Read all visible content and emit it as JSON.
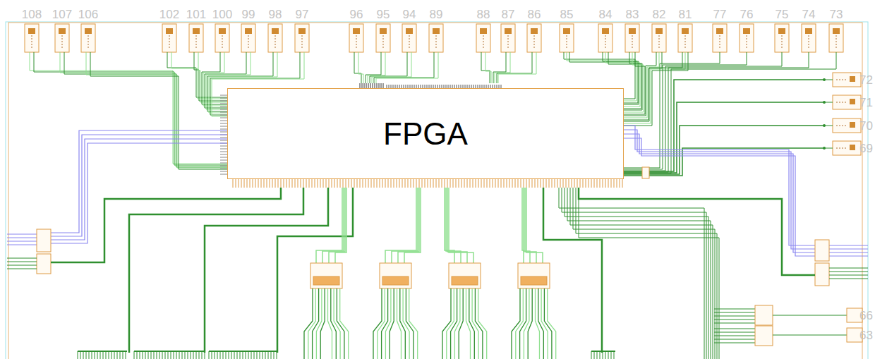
{
  "diagram": {
    "nodes": [
      {
        "text": [
          "FPGA"
        ]
      }
    ],
    "labels": [
      "108",
      "107",
      "106",
      "102",
      "101",
      "100",
      "99",
      "98",
      "97",
      "96",
      "95",
      "94",
      "89",
      "88",
      "87",
      "86",
      "85",
      "84",
      "83",
      "82",
      "81",
      "77",
      "76",
      "75",
      "74",
      "73",
      "72",
      "71",
      "70",
      "69",
      "66",
      "63"
    ]
  }
}
